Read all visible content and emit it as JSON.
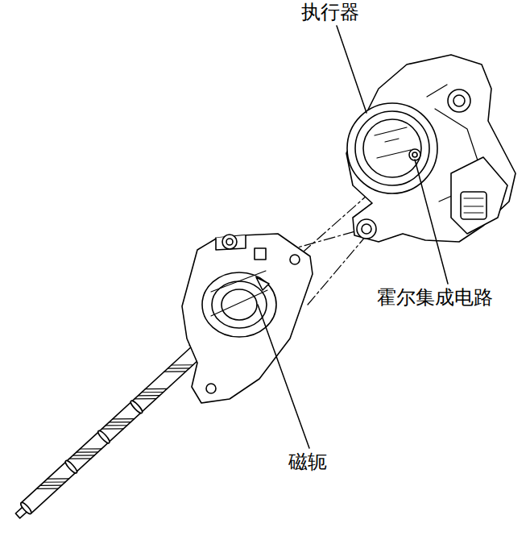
{
  "diagram": {
    "labels": [
      "执行器",
      "霍尔集成电路",
      "磁轭"
    ]
  }
}
